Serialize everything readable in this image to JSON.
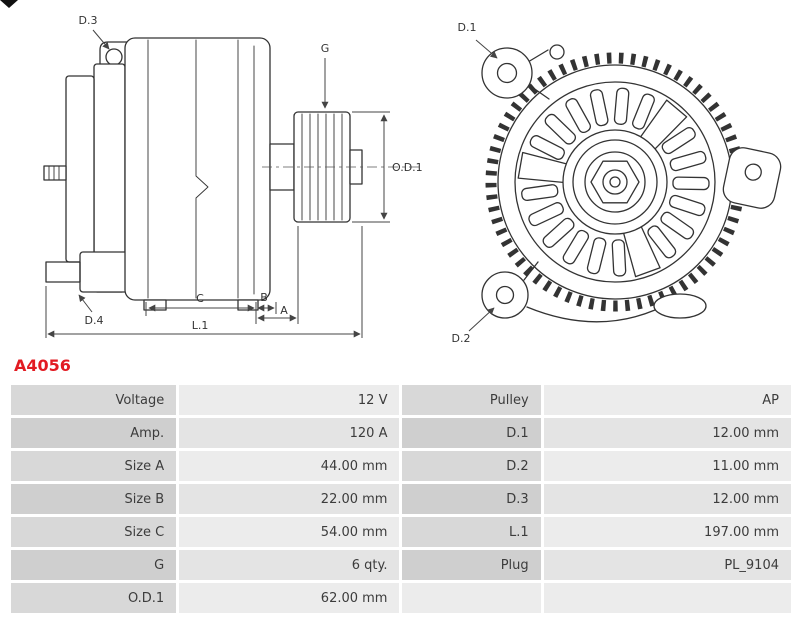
{
  "part_number": "A4056",
  "colors": {
    "part_number_red": "#e21b22",
    "line_color": "#333333",
    "label_cell": "#d8d8d8",
    "value_cell": "#ececec"
  },
  "diagram": {
    "annotations": {
      "d3": "D.3",
      "d4": "D.4",
      "g": "G",
      "od1": "O.D.1",
      "c": "C",
      "b": "B",
      "a": "A",
      "l1": "L.1",
      "d1": "D.1",
      "d2": "D.2"
    }
  },
  "table": {
    "rows": [
      {
        "cells": [
          "Voltage",
          "12 V",
          "Pulley",
          "AP"
        ]
      },
      {
        "cells": [
          "Amp.",
          "120 A",
          "D.1",
          "12.00 mm"
        ]
      },
      {
        "cells": [
          "Size A",
          "44.00 mm",
          "D.2",
          "11.00 mm"
        ]
      },
      {
        "cells": [
          "Size B",
          "22.00 mm",
          "D.3",
          "12.00 mm"
        ]
      },
      {
        "cells": [
          "Size C",
          "54.00 mm",
          "L.1",
          "197.00 mm"
        ]
      },
      {
        "cells": [
          "G",
          "6 qty.",
          "Plug",
          "PL_9104"
        ]
      },
      {
        "cells": [
          "O.D.1",
          "62.00 mm",
          "",
          ""
        ]
      }
    ]
  }
}
